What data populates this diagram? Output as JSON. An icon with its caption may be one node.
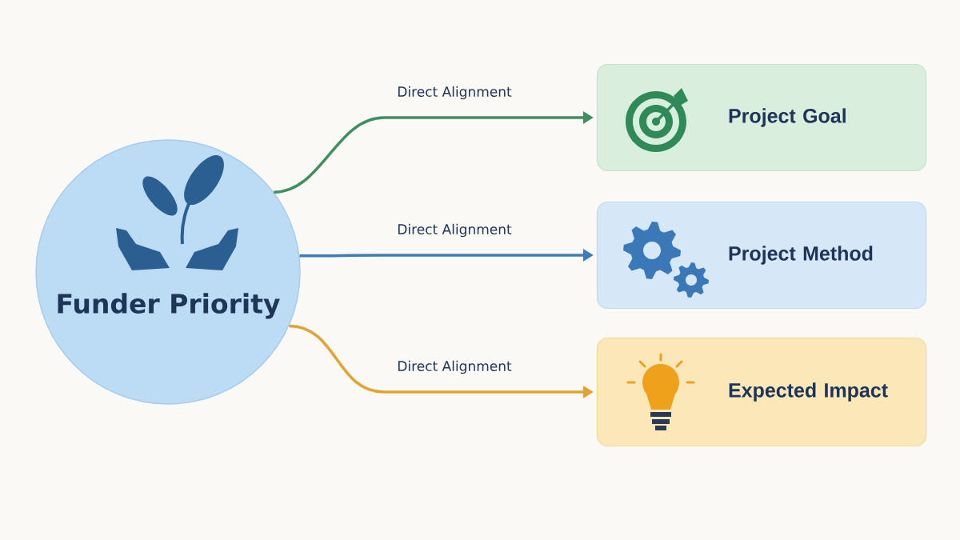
{
  "diagram": {
    "nodes": [
      {
        "text": [
          "Funder Priority"
        ]
      },
      {
        "text": [
          "Project Goal"
        ]
      },
      {
        "text": [
          "Project Method"
        ]
      },
      {
        "text": [
          "Expected Impact"
        ]
      }
    ],
    "edges": [
      {
        "from": 0,
        "to": 1,
        "arrow": "to",
        "label": "Direct Alignment",
        "color": "#3f8f62"
      },
      {
        "from": 0,
        "to": 2,
        "arrow": "to",
        "label": "Direct Alignment",
        "color": "#3f7db8"
      },
      {
        "from": 0,
        "to": 3,
        "arrow": "to",
        "label": "Direct Alignment",
        "color": "#e2a331"
      }
    ]
  }
}
